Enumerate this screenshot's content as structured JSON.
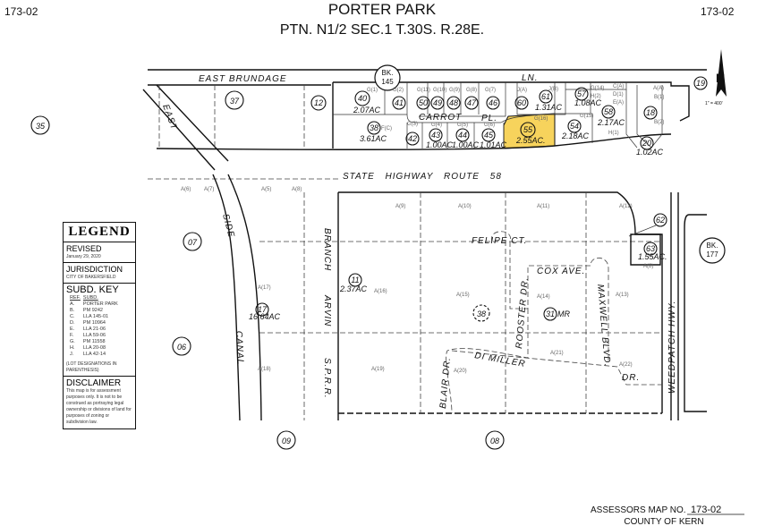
{
  "header": {
    "title": "PORTER PARK",
    "subtitle": "PTN. N1/2 SEC.1 T.30S. R.28E.",
    "map_no_left": "173-02",
    "map_no_right": "173-02"
  },
  "books": {
    "bk145": {
      "bk": "BK.",
      "num": "145"
    },
    "bk177": {
      "bk": "BK.",
      "num": "177"
    }
  },
  "north": {
    "letter": "N",
    "scale": "1\" = 400'"
  },
  "streets": {
    "east": "EAST",
    "brundage": "EAST BRUNDAGE",
    "ln": "LN.",
    "carrot": "CARROT",
    "pl": "PL.",
    "hwy": "STATE HIGHWAY ROUTE 58",
    "side": "SIDE",
    "canal": "CANAL",
    "arvin": "ARVIN",
    "branch": "BRANCH",
    "sprr": "S.P.R.R.",
    "felipe": "FELIPE CT.",
    "cox": "COX AVE.",
    "rooster": "ROOSTER DR.",
    "maxwell": "MAXWELL BLVD.",
    "dimiller": "DI MILLER",
    "dr": "DR.",
    "blair": "BLAIR DR.",
    "weedpatch": "WEEDPATCH HWY."
  },
  "parcels": {
    "p35": "35",
    "p37": "37",
    "p12": "12",
    "p07": "07",
    "p06": "06",
    "p09": "09",
    "p08": "08",
    "p11": "11",
    "p17": "17",
    "p38b": "38",
    "p31": "31",
    "p62": "62",
    "p63": "63",
    "p19": "19",
    "p20": "20",
    "p18": "18",
    "p40": "40",
    "p41": "41",
    "p50": "50",
    "p49": "49",
    "p48": "48",
    "p47": "47",
    "p46": "46",
    "p60": "60",
    "p61": "61",
    "p57": "57",
    "p58": "58",
    "p54": "54",
    "p55": "55",
    "p45": "45",
    "p44": "44",
    "p43": "43",
    "p42": "42",
    "p38": "38"
  },
  "suffix": {
    "mr": "MR"
  },
  "acreage": {
    "a40": "2.07AC",
    "a38": "3.61AC",
    "a43": "1.00AC",
    "a44": "1.00AC",
    "a45": "1.01AC",
    "a55": "2.55AC.",
    "a54": "2.18AC",
    "a58": "2.17AC",
    "a61": "1.31AC",
    "a57": "1.08AC",
    "a20": "1.02AC",
    "a11": "2.37AC",
    "a17": "16.64AC",
    "a63": "1.55AC."
  },
  "lots": {
    "A6": "A(6)",
    "A5": "A(5)",
    "A7": "A(7)",
    "A8": "A(8)",
    "A9": "A(9)",
    "A10": "A(10)",
    "A11": "A(11)",
    "A12": "A(12)",
    "A17": "A(17)",
    "A16": "A(16)",
    "A15": "A(15)",
    "A14": "A(14)",
    "A13": "A(13)",
    "A18": "A(18)",
    "A19": "A(19)",
    "A21": "A(21)",
    "A20": "A(20)",
    "A22": "A(22)",
    "A8b": "A(8)",
    "G1": "G(1)",
    "G2": "G(2)",
    "G11": "G(11)",
    "G10": "G(10)",
    "G9": "G(9)",
    "G8": "G(8)",
    "G7": "G(7)",
    "JA": "J(A)",
    "JB": "J(B)",
    "G14": "G(14)",
    "H2": "H(2)",
    "CA": "C(A)",
    "D1": "D(1)",
    "EA": "E(A)",
    "AA": "A(A)",
    "B1": "B(1)",
    "B2": "B(2)",
    "G15": "G(15)",
    "H1": "H(1)",
    "G16": "G(16)",
    "G3": "G(3)",
    "G4": "G(4)",
    "G5": "G(5)",
    "G6": "G(6)",
    "FC": "F(C)"
  },
  "highlight_color": "#f7d35c",
  "legend": {
    "title": "LEGEND",
    "revised_label": "REVISED",
    "revised_date": "January 29, 2020",
    "jurisdiction_label": "JURISDICTION",
    "jurisdiction": "CITY OF BAKERSFIELD",
    "subd_key_label": "SUBD. KEY",
    "col_ref": "REF.",
    "col_subd": "SUBD.",
    "rows": [
      {
        "ref": "A.",
        "subd": "PORTER PARK"
      },
      {
        "ref": "B.",
        "subd": "PM 9242"
      },
      {
        "ref": "C.",
        "subd": "LLA 145-01"
      },
      {
        "ref": "D.",
        "subd": "PM 10964"
      },
      {
        "ref": "E.",
        "subd": "LLA 21-06"
      },
      {
        "ref": "F.",
        "subd": "LLA 59-06"
      },
      {
        "ref": "G.",
        "subd": "PM 11558"
      },
      {
        "ref": "H.",
        "subd": "LLA 20-08"
      },
      {
        "ref": "J.",
        "subd": "LLA 42-14"
      }
    ],
    "lot_note": "(LOT DESIGNATIONS IN PARENTHESIS)",
    "disclaimer_label": "DISCLAIMER",
    "disclaimer": "This map is for assessment purposes only. It is not to be construed as portraying legal ownership or divisions of land for purposes of zoning or subdivision law."
  },
  "footer": {
    "map_label": "ASSESSORS MAP NO.",
    "map_no": "173-02",
    "county": "COUNTY OF KERN"
  }
}
